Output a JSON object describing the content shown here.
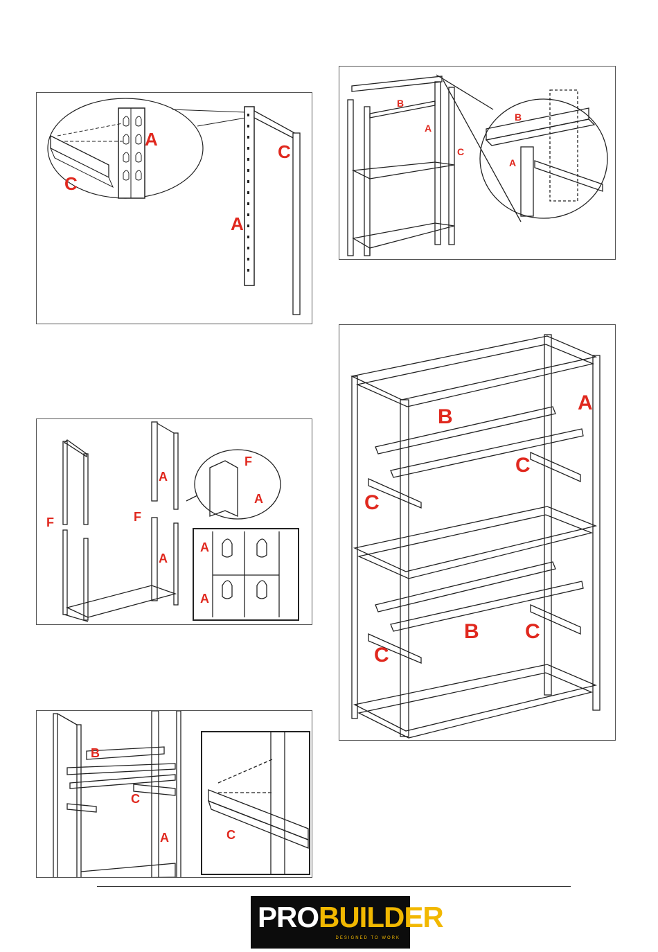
{
  "panels": {
    "p1": {
      "labels": [
        "A",
        "C",
        "C",
        "A"
      ]
    },
    "p2": {
      "labels": [
        "B",
        "A",
        "C",
        "B",
        "A"
      ]
    },
    "p3": {
      "labels": [
        "F",
        "A",
        "A",
        "F",
        "F",
        "A",
        "A",
        "A"
      ]
    },
    "p4": {
      "labels": [
        "B",
        "C",
        "A",
        "C"
      ]
    },
    "p5": {
      "labels": [
        "B",
        "A",
        "C",
        "C",
        "B",
        "C",
        "C"
      ]
    }
  },
  "logo": {
    "pro": "PRO",
    "builder": "BUILDER",
    "tagline": "DESIGNED TO WORK"
  },
  "colors": {
    "label_red": "#e0281e",
    "logo_gold": "#f2b800",
    "logo_black": "#0c0c0c"
  }
}
